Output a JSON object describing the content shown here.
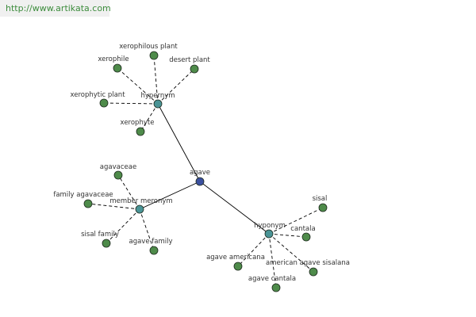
{
  "site": {
    "url": "http://www.artikata.com"
  },
  "colors": {
    "root": "#3a4f9e",
    "relation": "#4a9496",
    "term": "#4e8b4a",
    "url_text": "#3c8c3c"
  },
  "graph": {
    "root": {
      "id": "agave",
      "label": "agave"
    },
    "relations": [
      {
        "id": "hypernym",
        "label": "hypernym",
        "terms": [
          "xerophilous plant",
          "xerophile",
          "desert plant",
          "xerophytic plant",
          "xerophyte"
        ]
      },
      {
        "id": "member-meronym",
        "label": "member meronym",
        "terms": [
          "agavaceae",
          "family agavaceae",
          "sisal family",
          "agave family"
        ]
      },
      {
        "id": "hyponym",
        "label": "hyponym",
        "terms": [
          "sisal",
          "cantala",
          "agave americana",
          "american agave sisalana",
          "agave cantala"
        ]
      }
    ]
  }
}
